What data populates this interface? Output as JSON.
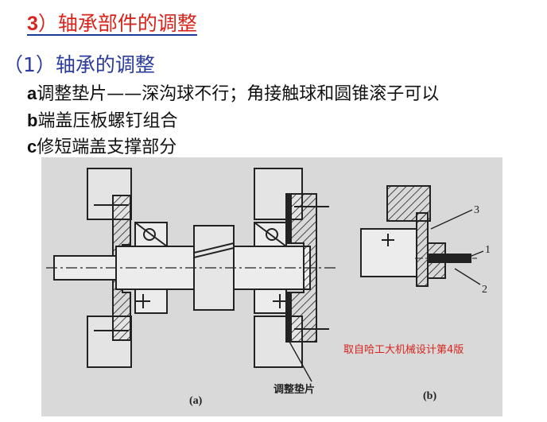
{
  "heading": {
    "num": "3",
    "text": "）轴承部件的调整"
  },
  "subheading": "（1）轴承的调整",
  "items": [
    {
      "letter": "a",
      "text": "调整垫片——深沟球不行；角接触球和圆锥滚子可以"
    },
    {
      "letter": "b",
      "text": "端盖压板螺钉组合"
    },
    {
      "letter": "c",
      "text": "修短端盖支撑部分"
    }
  ],
  "figure": {
    "source_note": "取自哈工大机械设计第4版",
    "label_a": "(a)",
    "label_b": "(b)",
    "shim_label": "调整垫片",
    "callouts": [
      "1",
      "2",
      "3"
    ],
    "colors": {
      "background": "#d9d9d9",
      "ink": "#222222",
      "note": "#d8241c"
    }
  }
}
